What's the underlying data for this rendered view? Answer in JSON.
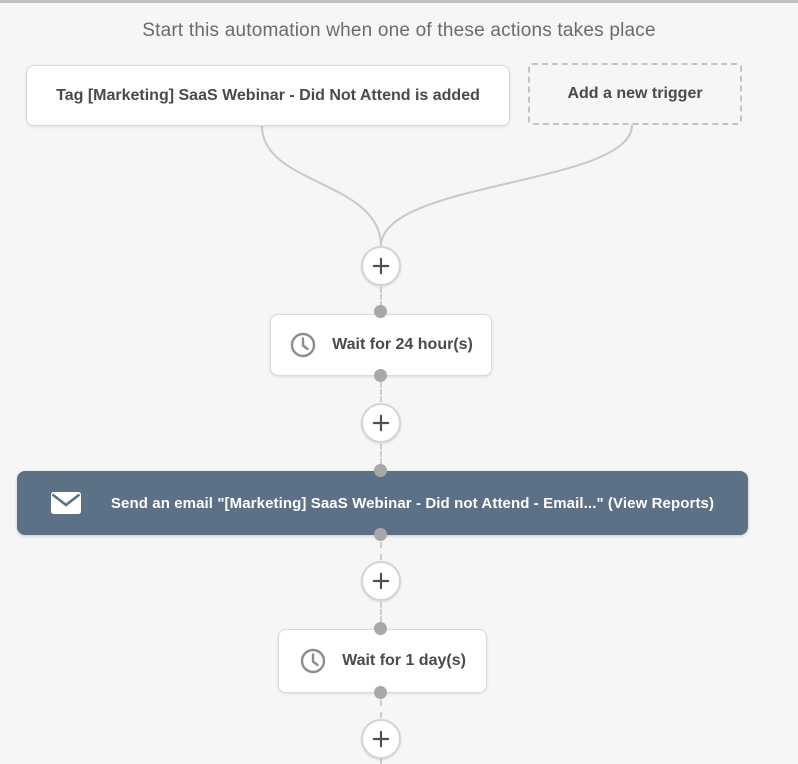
{
  "header": {
    "title": "Start this automation when one of these actions takes place"
  },
  "triggers": {
    "existing": {
      "label": "Tag [Marketing] SaaS Webinar - Did Not Attend is added"
    },
    "add_new": {
      "label": "Add a new trigger"
    }
  },
  "steps": {
    "wait_1": {
      "type": "wait",
      "label": "Wait for 24 hour(s)",
      "icon": "clock-icon"
    },
    "email": {
      "type": "send-email",
      "label": "Send an email \"[Marketing] SaaS Webinar - Did not Attend - Email...\" (View Reports)",
      "icon": "envelope-icon"
    },
    "wait_2": {
      "type": "wait",
      "label": "Wait for 1 day(s)",
      "icon": "clock-icon"
    }
  },
  "add_step_buttons": {
    "count": 4,
    "icon": "plus-icon"
  },
  "colors": {
    "background": "#f6f6f6",
    "email_step_background": "#5d7186",
    "email_step_text": "#ffffff",
    "label_text": "#4a4a4a",
    "header_text": "#6b6b6b",
    "connector_line": "#c9c9c9",
    "node_dot": "#a8a8a8",
    "box_border": "#d9d9d9",
    "dashed_border": "#c3c3c3",
    "clock_icon": "#8d8d8d"
  }
}
